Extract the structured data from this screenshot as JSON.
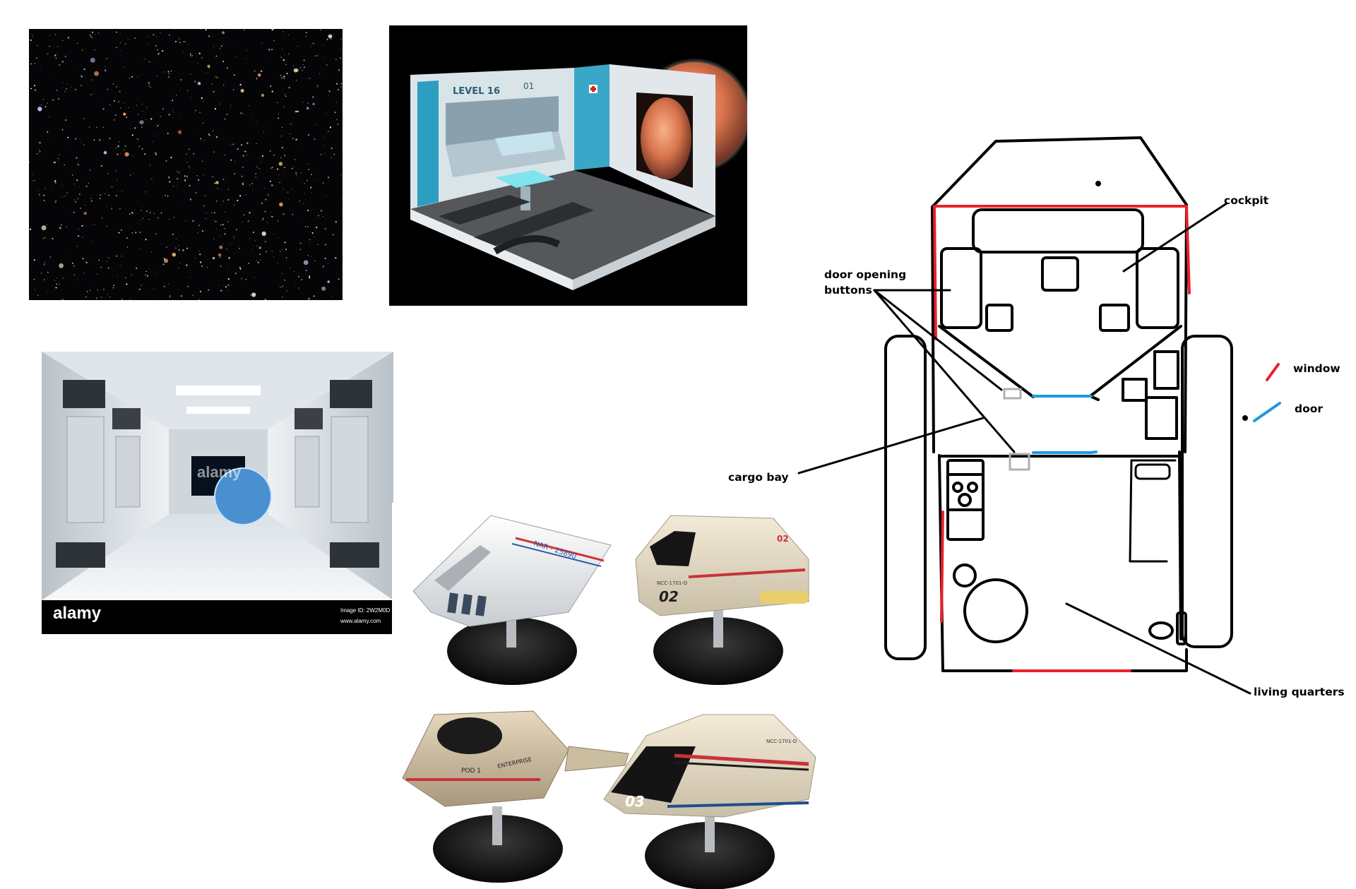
{
  "colors": {
    "window": "#e8212b",
    "door": "#1f98e0",
    "ink": "#000000"
  },
  "room_panel": {
    "sign": "LEVEL 16",
    "number": "01"
  },
  "corridor_panel": {
    "brand": "alamy",
    "image_id": "Image ID: 2W2M0D",
    "site": "www.alamy.com",
    "watermark": "alamy"
  },
  "shuttles": {
    "s1_reg": "NAR - 25890",
    "s2_num": "02",
    "s2_reg": "NCC-1701-D",
    "s3_pod": "POD 1",
    "s3_name": "ENTERPRISE",
    "s4_num": "03",
    "s4_reg": "NCC-1701-D"
  },
  "diagram": {
    "labels": {
      "cockpit": "cockpit",
      "door_buttons_1": "door opening",
      "door_buttons_2": "buttons",
      "cargo_bay": "cargo bay",
      "living_quarters": "living quarters"
    },
    "legend": [
      {
        "label": "window",
        "color": "#e8212b"
      },
      {
        "label": "door",
        "color": "#1f98e0"
      }
    ]
  }
}
